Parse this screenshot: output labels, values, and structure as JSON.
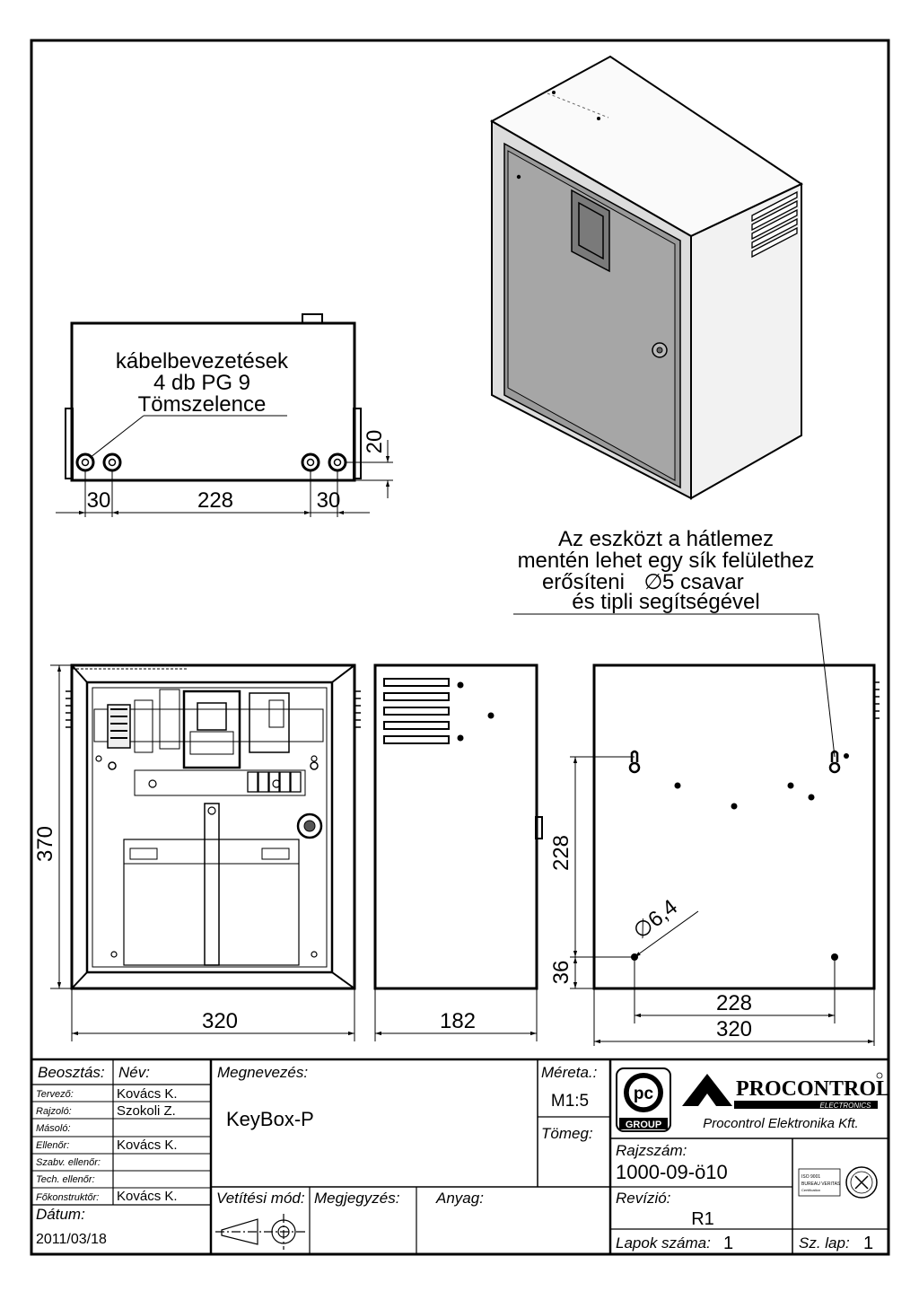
{
  "top_view": {
    "callout_line1": "kábelbevezetések",
    "callout_line2": "4 db PG 9",
    "callout_line3": "Tömszelence",
    "dim_left": "30",
    "dim_middle": "228",
    "dim_right": "30",
    "dim_height": "20"
  },
  "mounting_note": {
    "line1": "Az eszközt a hátlemez",
    "line2": "mentén lehet egy sík felülethez",
    "line3_prefix": "erősíteni",
    "line3_diameter": "∅",
    "line3_suffix": "5 csavar",
    "line4": "és tipli segítségével"
  },
  "front_view": {
    "dim_height": "370",
    "dim_width": "320"
  },
  "side_view": {
    "dim_depth": "182"
  },
  "back_view": {
    "dim_hole_spacing_v": "228",
    "dim_bottom_offset": "36",
    "dim_hole_diameter": "∅6,4",
    "dim_hole_spacing_h": "228",
    "dim_width": "320"
  },
  "title_block": {
    "beosztas_label": "Beosztás:",
    "nev_label": "Név:",
    "rows": [
      {
        "role": "Tervező:",
        "name": "Kovács K."
      },
      {
        "role": "Rajzoló:",
        "name": "Szokoli Z."
      },
      {
        "role": "Másoló:",
        "name": ""
      },
      {
        "role": "Ellenőr:",
        "name": "Kovács K."
      },
      {
        "role": "Szabv. ellenőr:",
        "name": ""
      },
      {
        "role": "Tech. ellenőr:",
        "name": ""
      },
      {
        "role": "Főkonstruktőr:",
        "name": "Kovács K."
      }
    ],
    "datum_label": "Dátum:",
    "datum_value": "2011/03/18",
    "megnevezes_label": "Megnevezés:",
    "megnevezes_value": "KeyBox-P",
    "vetitesi_label": "Vetítési mód:",
    "megjegyzes_label": "Megjegyzés:",
    "anyag_label": "Anyag:",
    "mereta_label": "Méreta.:",
    "mereta_value": "M1:5",
    "tomeg_label": "Tömeg:",
    "logo_group_text": "GROUP",
    "brand_name": "PROCONTROL",
    "brand_sub": "ELECTRONICS",
    "company": "Procontrol Elektronika Kft.",
    "rajzszam_label": "Rajzszám:",
    "rajzszam_value": "1000-09-ö10",
    "revizio_label": "Revízió:",
    "revizio_value": "R1",
    "lapok_label": "Lapok száma:",
    "lapok_value": "1",
    "szlap_label": "Sz. lap:",
    "szlap_value": "1",
    "iso_line1": "ISO 9001",
    "iso_line2": "BUREAU VERITAS",
    "iso_line3": "Certification"
  }
}
